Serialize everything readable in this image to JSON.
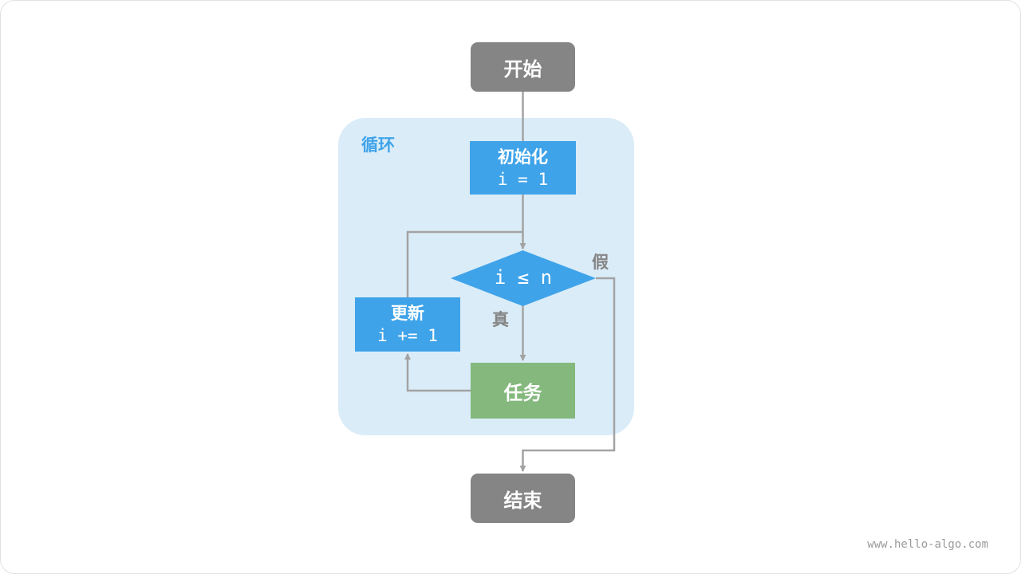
{
  "colors": {
    "terminal": "#858585",
    "process": "#3fa3e9",
    "task": "#84b87d",
    "loop_region": "#daecf8",
    "loop_title": "#3fa3e9",
    "edge": "#a3a3a3"
  },
  "diagram": {
    "start": "开始",
    "end": "结束",
    "loop_title": "循环",
    "init": {
      "title": "初始化",
      "code": "i = 1"
    },
    "condition": "i ≤ n",
    "update": {
      "title": "更新",
      "code": "i += 1"
    },
    "task": "任务",
    "branch_true": "真",
    "branch_false": "假"
  },
  "watermark": "www.hello-algo.com"
}
